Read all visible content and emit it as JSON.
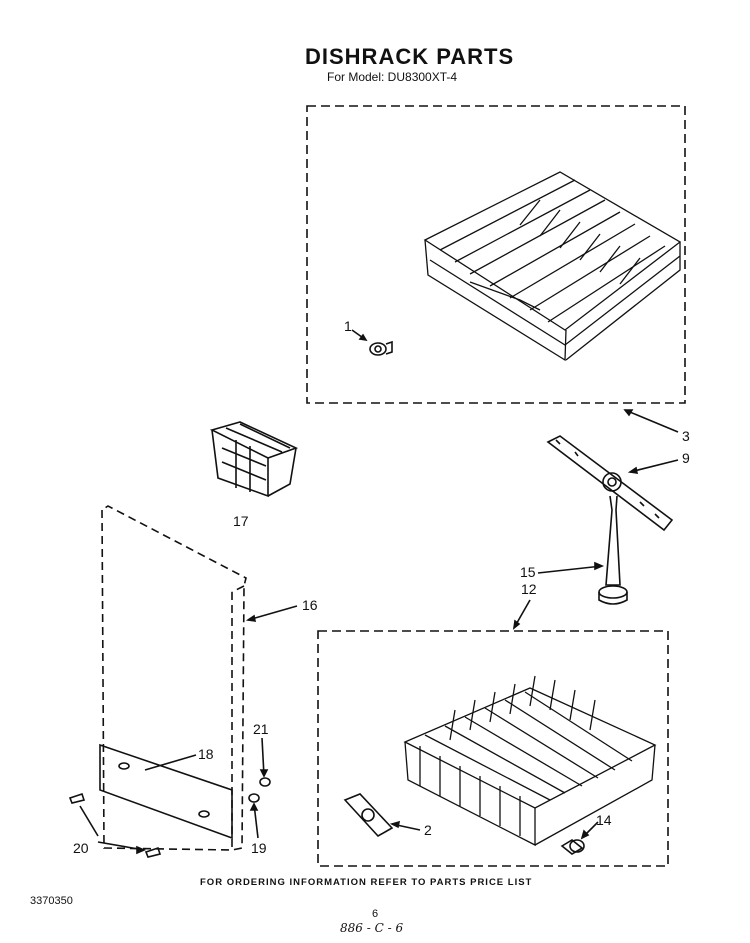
{
  "title": "DISHRACK PARTS",
  "subtitle": "For Model: DU8300XT-4",
  "callouts": {
    "c1": "1",
    "c2": "2",
    "c3": "3",
    "c9": "9",
    "c12": "12",
    "c14": "14",
    "c15": "15",
    "c16": "16",
    "c17": "17",
    "c18": "18",
    "c19": "19",
    "c20": "20",
    "c21": "21"
  },
  "footer": "FOR ORDERING INFORMATION REFER TO PARTS PRICE LIST",
  "doc_number": "3370350",
  "page_number": "6",
  "handwritten": "886 - C - 6"
}
